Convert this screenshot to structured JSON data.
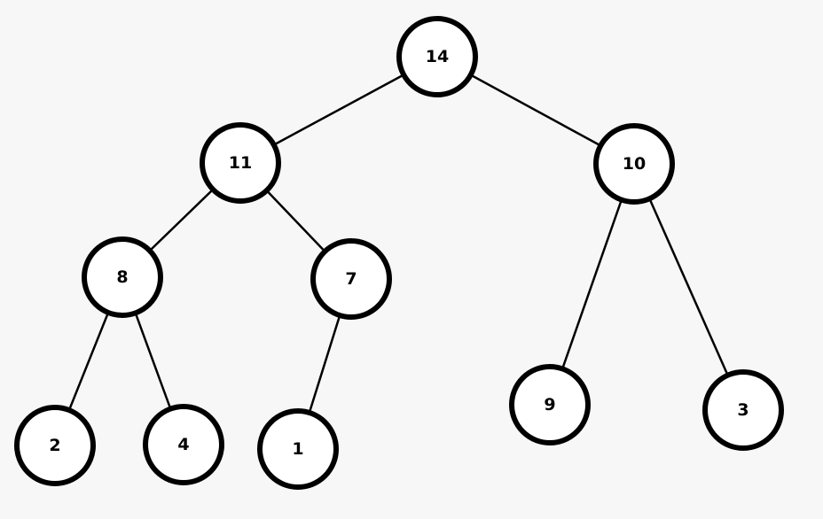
{
  "diagram": {
    "type": "binary-tree",
    "nodes": [
      {
        "id": "n14",
        "label": "14"
      },
      {
        "id": "n11",
        "label": "11"
      },
      {
        "id": "n10",
        "label": "10"
      },
      {
        "id": "n8",
        "label": "8"
      },
      {
        "id": "n7",
        "label": "7"
      },
      {
        "id": "n9",
        "label": "9"
      },
      {
        "id": "n3",
        "label": "3"
      },
      {
        "id": "n2",
        "label": "2"
      },
      {
        "id": "n4",
        "label": "4"
      },
      {
        "id": "n1",
        "label": "1"
      }
    ],
    "edges": [
      {
        "from": "n14",
        "to": "n11"
      },
      {
        "from": "n14",
        "to": "n10"
      },
      {
        "from": "n11",
        "to": "n8"
      },
      {
        "from": "n11",
        "to": "n7"
      },
      {
        "from": "n10",
        "to": "n9"
      },
      {
        "from": "n10",
        "to": "n3"
      },
      {
        "from": "n8",
        "to": "n2"
      },
      {
        "from": "n8",
        "to": "n4"
      },
      {
        "from": "n7",
        "to": "n1"
      }
    ],
    "colors": {
      "background": "#f7f7f7",
      "node_fill": "#ffffff",
      "stroke": "#000000"
    }
  }
}
